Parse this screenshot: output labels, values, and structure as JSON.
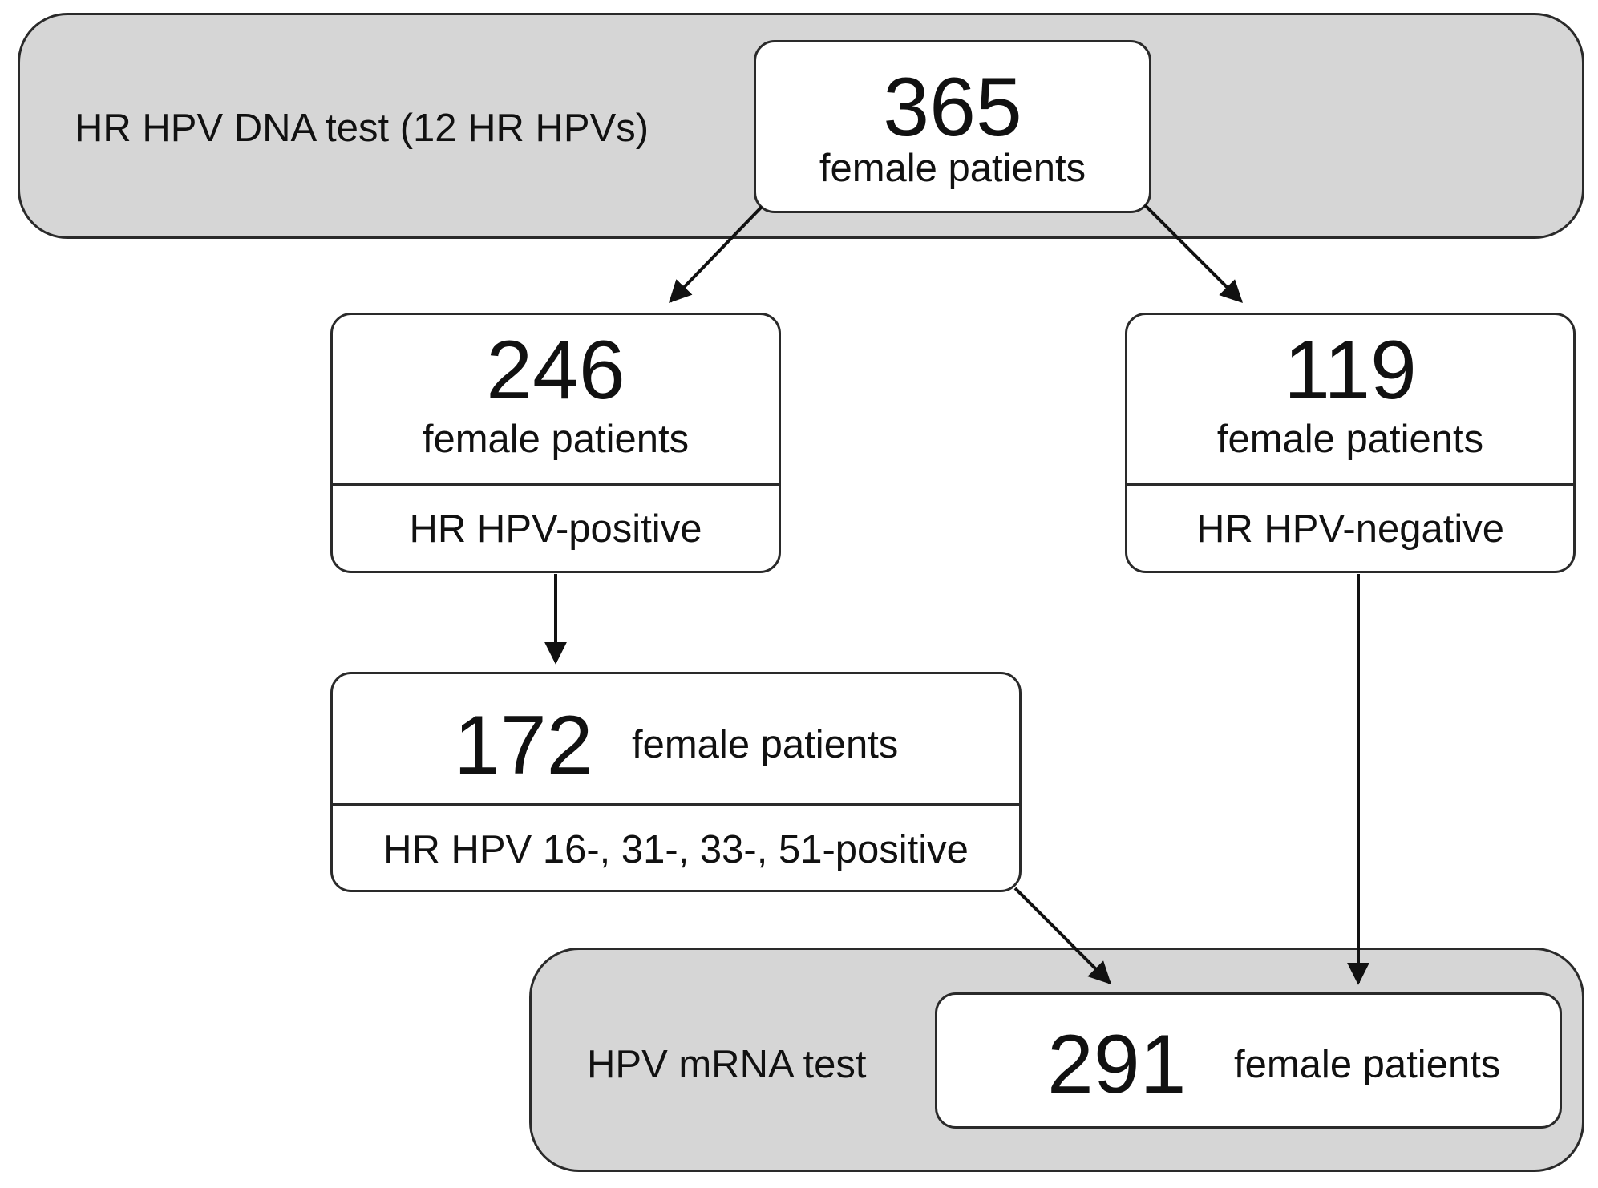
{
  "top": {
    "label": "HR HPV DNA test (12 HR HPVs)",
    "count": "365",
    "unit": "female patients"
  },
  "positive": {
    "count": "246",
    "unit": "female patients",
    "status": "HR HPV-positive"
  },
  "negative": {
    "count": "119",
    "unit": "female patients",
    "status": "HR HPV-negative"
  },
  "types": {
    "count": "172",
    "unit": "female patients",
    "status": "HR HPV 16-, 31-, 33-, 51-positive"
  },
  "bottom": {
    "label": "HPV mRNA test",
    "count": "291",
    "unit": "female patients"
  },
  "colors": {
    "band_fill": "#d6d6d6",
    "box_fill": "#ffffff",
    "stroke": "#2a2a2a"
  }
}
